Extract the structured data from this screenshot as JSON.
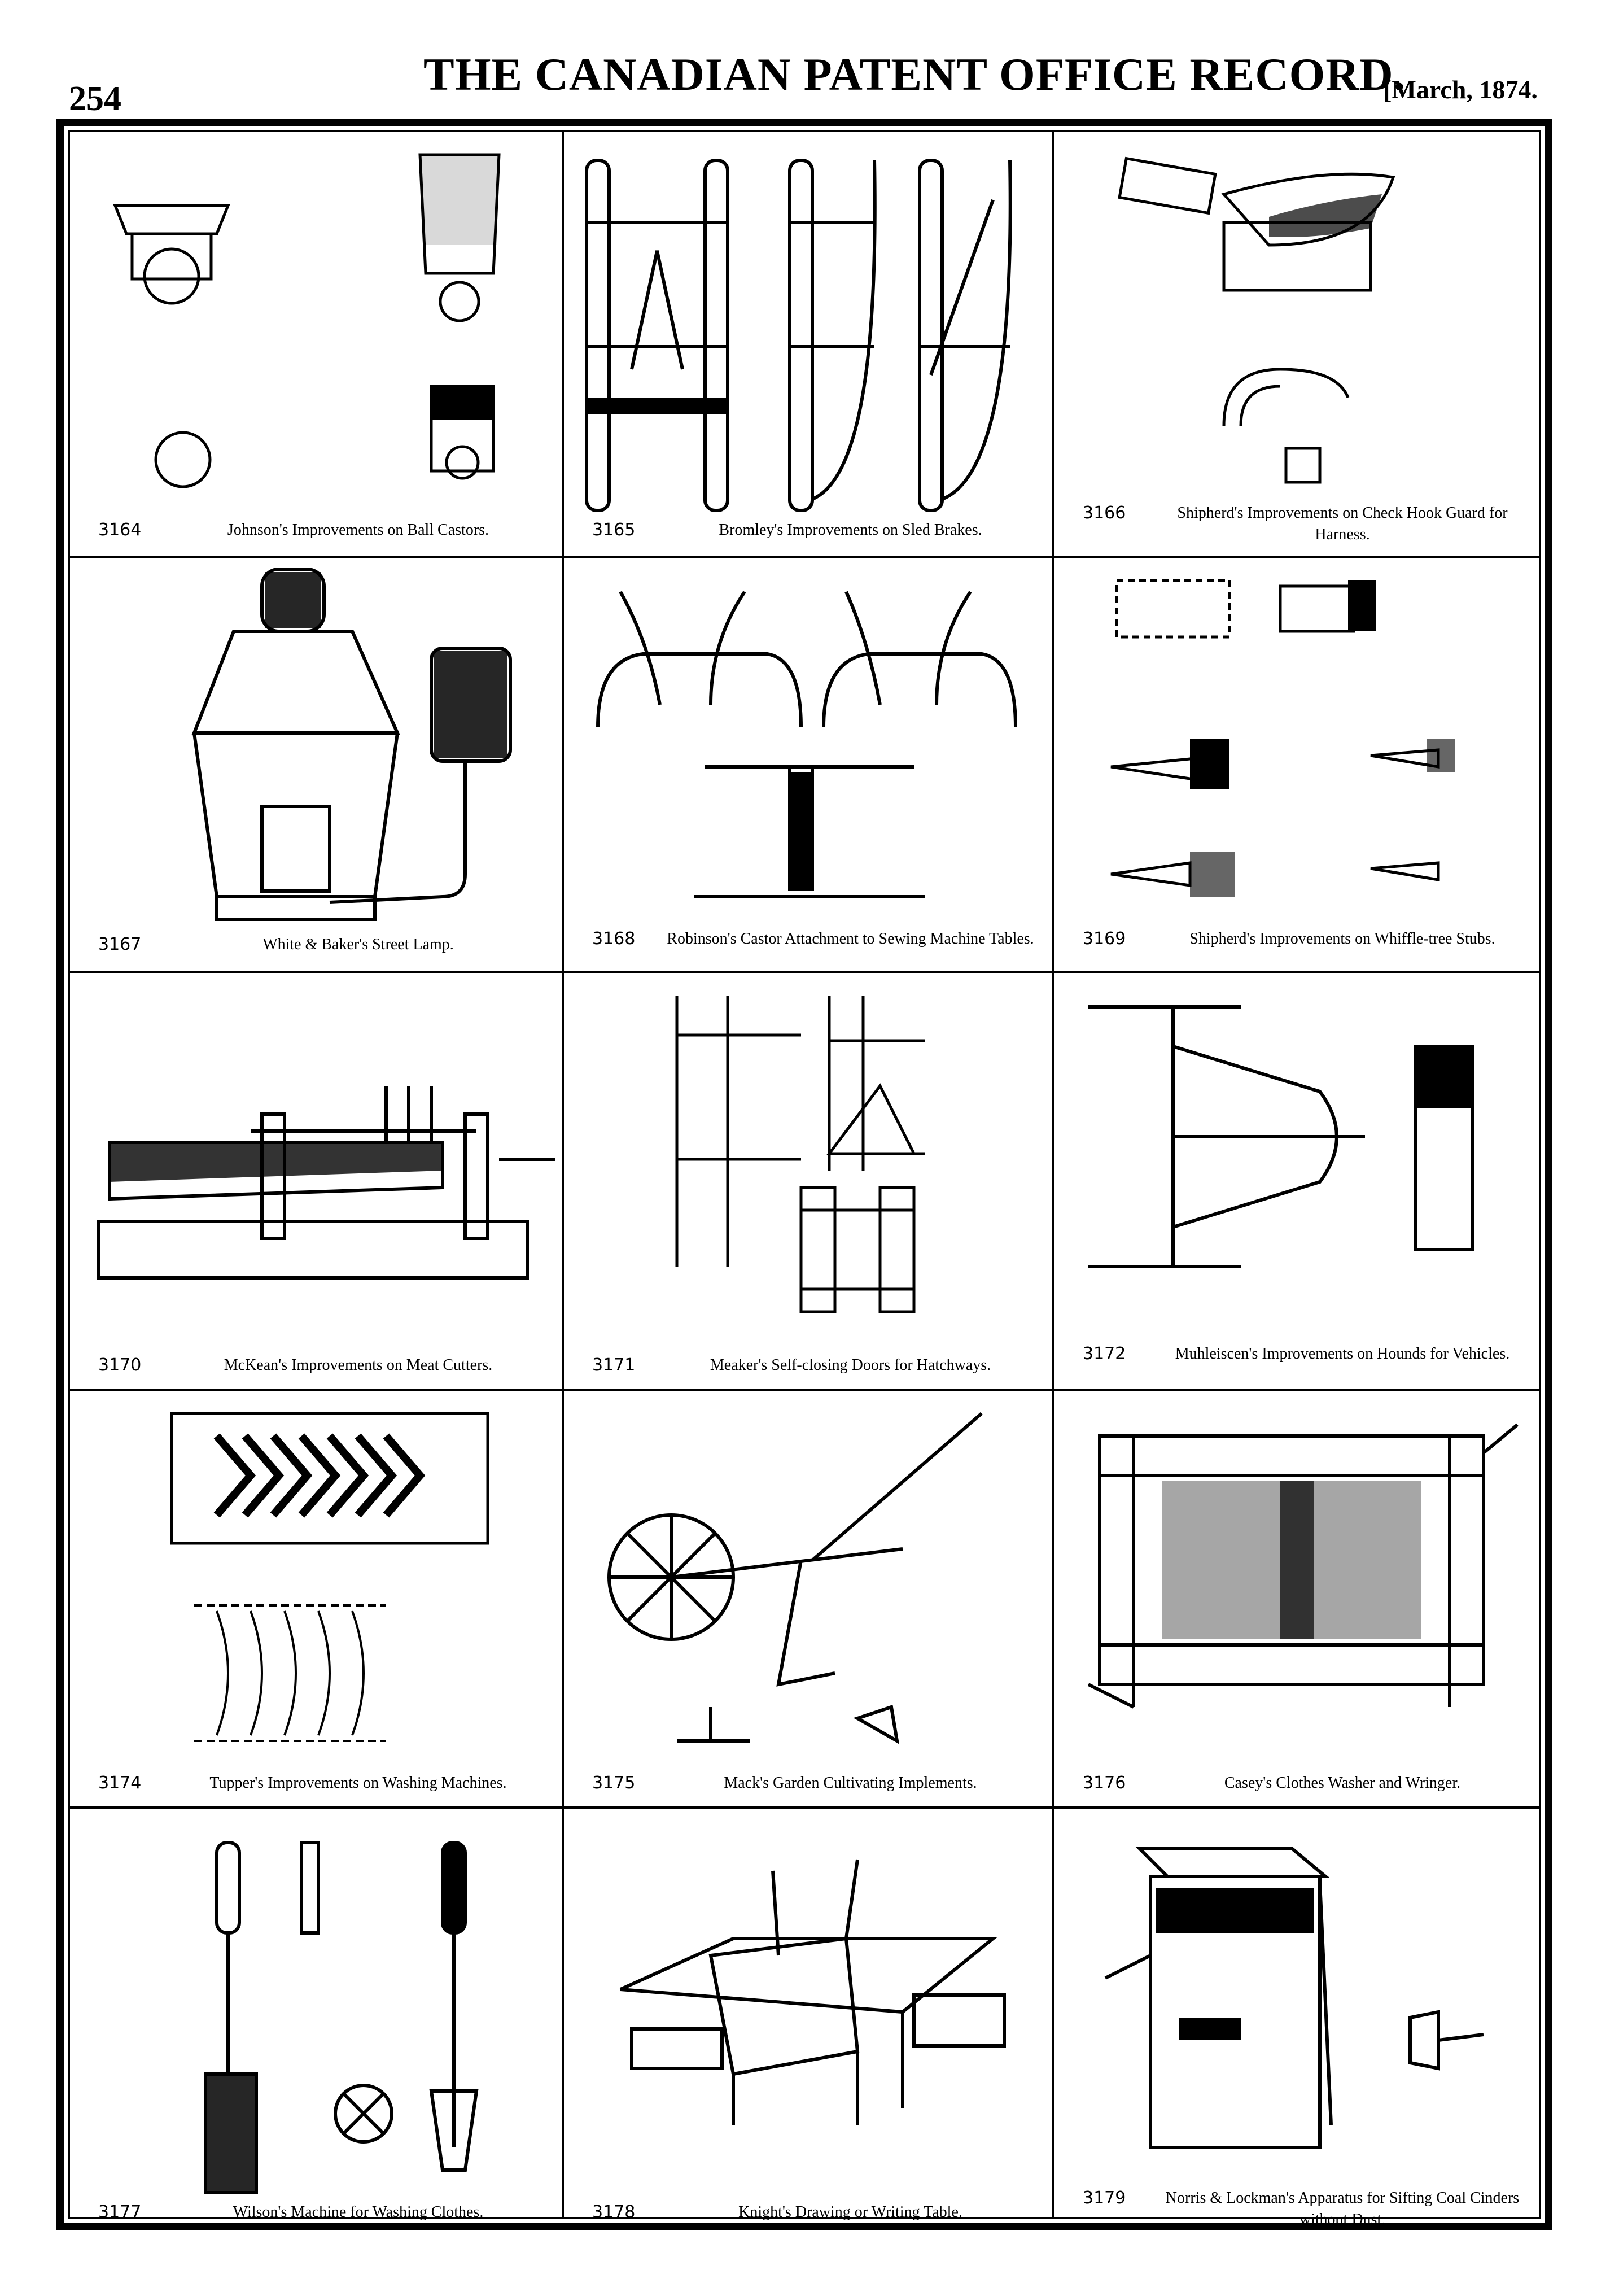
{
  "page": {
    "number": "254",
    "title": "THE CANADIAN PATENT OFFICE RECORD.",
    "date": "[March, 1874."
  },
  "patents": [
    {
      "number": "3164",
      "caption": "Johnson's Improvements on Ball Castors.",
      "icon": "ball-castor-drawing"
    },
    {
      "number": "3165",
      "caption": "Bromley's Improvements on Sled Brakes.",
      "icon": "sled-brake-drawing"
    },
    {
      "number": "3166",
      "caption": "Shipherd's Improvements on Check Hook Guard for Harness.",
      "icon": "check-hook-drawing"
    },
    {
      "number": "3167",
      "caption": "White & Baker's Street Lamp.",
      "icon": "street-lamp-drawing"
    },
    {
      "number": "3168",
      "caption": "Robinson's Castor Attachment to Sewing Machine Tables.",
      "icon": "sewing-table-castor-drawing"
    },
    {
      "number": "3169",
      "caption": "Shipherd's Improvements on Whiffle-tree Stubs.",
      "icon": "whiffle-tree-drawing"
    },
    {
      "number": "3170",
      "caption": "McKean's Improvements on Meat Cutters.",
      "icon": "meat-cutter-drawing"
    },
    {
      "number": "3171",
      "caption": "Meaker's Self-closing Doors for Hatchways.",
      "icon": "hatchway-door-drawing"
    },
    {
      "number": "3172",
      "caption": "Muhleiscen's Improvements on Hounds for Vehicles.",
      "icon": "vehicle-hounds-drawing"
    },
    {
      "number": "3174",
      "caption": "Tupper's Improvements on Washing Machines.",
      "icon": "washing-machine-drawing"
    },
    {
      "number": "3175",
      "caption": "Mack's Garden Cultivating Implements.",
      "icon": "garden-cultivator-drawing"
    },
    {
      "number": "3176",
      "caption": "Casey's Clothes Washer and Wringer.",
      "icon": "clothes-wringer-drawing"
    },
    {
      "number": "3177",
      "caption": "Wilson's Machine for Washing Clothes.",
      "icon": "clothes-washing-tool-drawing"
    },
    {
      "number": "3178",
      "caption": "Knight's Drawing or Writing Table.",
      "icon": "writing-table-drawing"
    },
    {
      "number": "3179",
      "caption": "Norris & Lockman's Apparatus for Sifting Coal Cinders without Dust.",
      "icon": "cinder-sifter-drawing"
    }
  ]
}
